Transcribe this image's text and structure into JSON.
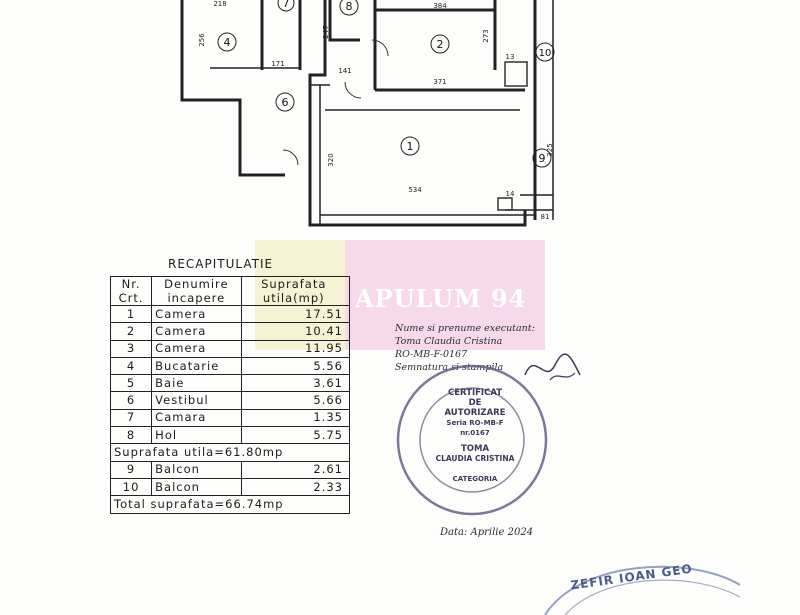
{
  "floor_plan": {
    "rooms": [
      {
        "number": "1"
      },
      {
        "number": "2"
      },
      {
        "number": "4"
      },
      {
        "number": "6"
      },
      {
        "number": "7"
      },
      {
        "number": "8"
      },
      {
        "number": "9"
      },
      {
        "number": "10"
      }
    ],
    "dimensions": [
      "218",
      "384",
      "256",
      "171",
      "247",
      "273",
      "141",
      "371",
      "320",
      "534",
      "325",
      "14",
      "81",
      "13"
    ]
  },
  "watermark": {
    "text": "APULUM 94"
  },
  "recap": {
    "title": "RECAPITULATIE",
    "headers": {
      "nr": "Nr.\nCrt.",
      "name": "Denumire\nincapere",
      "area": "Suprafata\nutila(mp)"
    },
    "rows": [
      {
        "nr": "1",
        "name": "Camera",
        "area": "17.51"
      },
      {
        "nr": "2",
        "name": "Camera",
        "area": "10.41"
      },
      {
        "nr": "3",
        "name": "Camera",
        "area": "11.95"
      },
      {
        "nr": "4",
        "name": "Bucatarie",
        "area": "5.56"
      },
      {
        "nr": "5",
        "name": "Baie",
        "area": "3.61"
      },
      {
        "nr": "6",
        "name": "Vestibul",
        "area": "5.66"
      },
      {
        "nr": "7",
        "name": "Camara",
        "area": "1.35"
      },
      {
        "nr": "8",
        "name": "Hol",
        "area": "5.75"
      }
    ],
    "useful_total": "Suprafata utila=61.80mp",
    "balcony_rows": [
      {
        "nr": "9",
        "name": "Balcon",
        "area": "2.61"
      },
      {
        "nr": "10",
        "name": "Balcon",
        "area": "2.33"
      }
    ],
    "grand_total": "Total suprafata=66.74mp"
  },
  "signer": {
    "line1": "Nume si prenume executant:",
    "line2": "Toma Claudia Cristina",
    "line3": "RO-MB-F-0167",
    "line4": "Semnatura si stampila"
  },
  "stamp": {
    "line1": "CERTIFICAT",
    "line2": "DE",
    "line3": "AUTORIZARE",
    "line4": "Seria RO-MB-F nr.0167",
    "line5": "TOMA",
    "line6": "CLAUDIA CRISTINA",
    "line7": "CATEGORIA"
  },
  "date": {
    "text": "Data: Aprilie 2024"
  },
  "stamp2": {
    "text": "ZEFIR IOAN GEO"
  }
}
